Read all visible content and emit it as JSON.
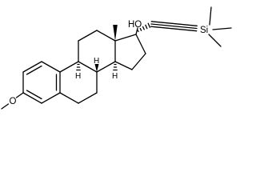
{
  "molecule": {
    "labels": {
      "hydroxyl": "HO",
      "silicon": "Si",
      "methoxy_o": "O",
      "h8": "H",
      "h9": "H",
      "h14": "H"
    },
    "colors": {
      "bond": "#000000",
      "background": "#ffffff"
    }
  }
}
